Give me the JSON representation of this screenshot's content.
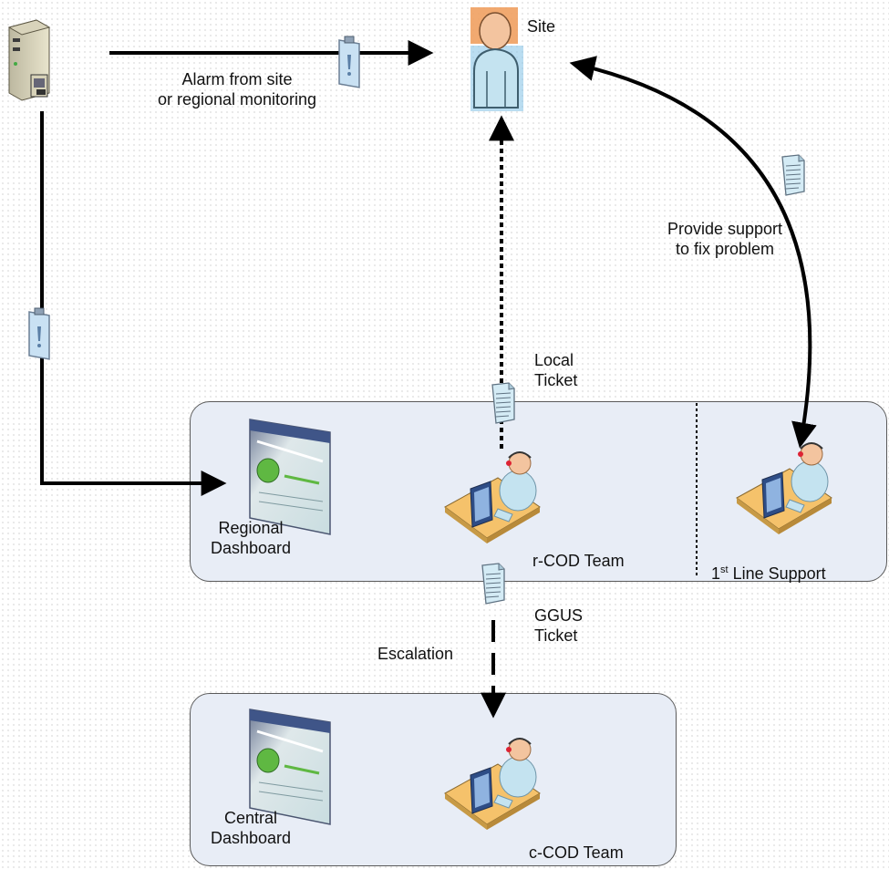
{
  "nodes": {
    "site": "Site",
    "regional_dashboard": "Regional\nDashboard",
    "rcod_team": "r-COD Team",
    "first_line_support": {
      "sup": "st",
      "prefix": "1",
      "rest": " Line Support"
    },
    "central_dashboard": "Central\nDashboard",
    "ccod_team": "c-COD Team"
  },
  "edges": {
    "alarm": "Alarm from site\nor regional monitoring",
    "provide_support": "Provide support\nto fix problem",
    "local_ticket": "Local\nTicket",
    "ggus_ticket": "GGUS\nTicket",
    "escalation": "Escalation"
  },
  "colors": {
    "group_fill": "#e8edf6",
    "person_head": "#f3c49f",
    "person_body": "#c4e3f0",
    "desk": "#f5c26b",
    "dashboard_green": "#5fb842"
  },
  "icons": [
    "server-icon",
    "person-icon",
    "operator-icon",
    "dashboard-icon",
    "alarm-clipboard-icon",
    "ticket-document-icon"
  ]
}
